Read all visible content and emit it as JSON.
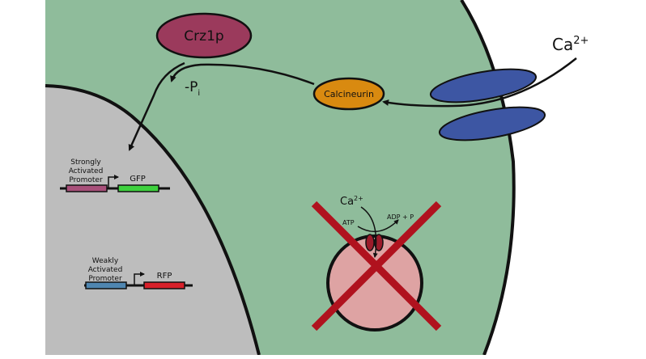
{
  "colors": {
    "cytoplasm": "#8fbc9b",
    "nucleus": "#bdbdbd",
    "crz1p": "#9b3a5c",
    "calcineurin": "#d98a10",
    "channel": "#3d56a3",
    "vacuole": "#dea3a3",
    "cross": "#b0121e",
    "gfp": "#3ed13e",
    "rfp": "#d8202a",
    "strong_promoter": "#a8507a",
    "weak_promoter": "#4f86b0",
    "membrane": "#111111"
  },
  "labels": {
    "crz1p": "Crz1p",
    "calcineurin": "Calcineurin",
    "ca_outside": "Ca",
    "ca_outside_sup": "2+",
    "dephos_prefix": "-P",
    "dephos_sub": "i",
    "ca_vacuole": "Ca",
    "ca_vacuole_sup": "2+",
    "atp": "ATP",
    "adp": "ADP + P"
  },
  "genes": {
    "strong": {
      "promoter_label": [
        "Strongly",
        "Activated",
        "Promoter"
      ],
      "reporter": "GFP"
    },
    "weak": {
      "promoter_label": [
        "Weakly",
        "Activated",
        "Promoter"
      ],
      "reporter": "RFP"
    }
  },
  "icons": {
    "ion_channel": "ion-channel-icon",
    "pump": "calcium-pump-icon",
    "cross": "cross-out-icon",
    "arrow": "arrow-icon"
  }
}
